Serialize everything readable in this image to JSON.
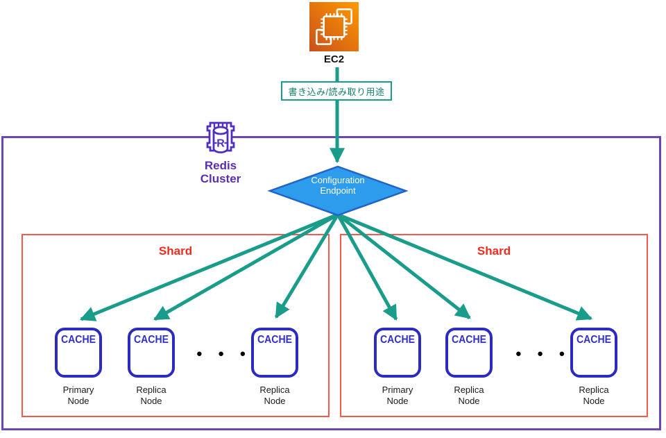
{
  "diagram_title": "EC2 to Redis Cluster architecture",
  "colors": {
    "arrow_teal": "#1A9C8B",
    "cluster_purple": "#6B46B8",
    "shard_border_red": "#F5594E",
    "shard_title_red": "#F22B1F",
    "cache_indigo": "#2B2BBF",
    "endpoint_fill_blue": "#2D9CEC",
    "endpoint_stroke_blue": "#2163C9",
    "ec2_gradient_dark": "#C8511B",
    "ec2_gradient_light": "#FF9900",
    "redis_purple": "#5B2DAE"
  },
  "ec2": {
    "label": "EC2"
  },
  "usage_label": {
    "text": "書き込み/読み取り用途"
  },
  "redis_cluster": {
    "label": "Redis\nCluster"
  },
  "endpoint": {
    "label": "Configuration\nEndpoint"
  },
  "shards": [
    {
      "title": "Shard",
      "ellipsis": "● ● ●",
      "nodes": [
        {
          "box_text": "CACHE",
          "label": "Primary\nNode"
        },
        {
          "box_text": "CACHE",
          "label": "Replica\nNode"
        },
        {
          "box_text": "CACHE",
          "label": "Replica\nNode"
        }
      ]
    },
    {
      "title": "Shard",
      "ellipsis": "● ● ●",
      "nodes": [
        {
          "box_text": "CACHE",
          "label": "Primary\nNode"
        },
        {
          "box_text": "CACHE",
          "label": "Replica\nNode"
        },
        {
          "box_text": "CACHE",
          "label": "Replica\nNode"
        }
      ]
    }
  ]
}
